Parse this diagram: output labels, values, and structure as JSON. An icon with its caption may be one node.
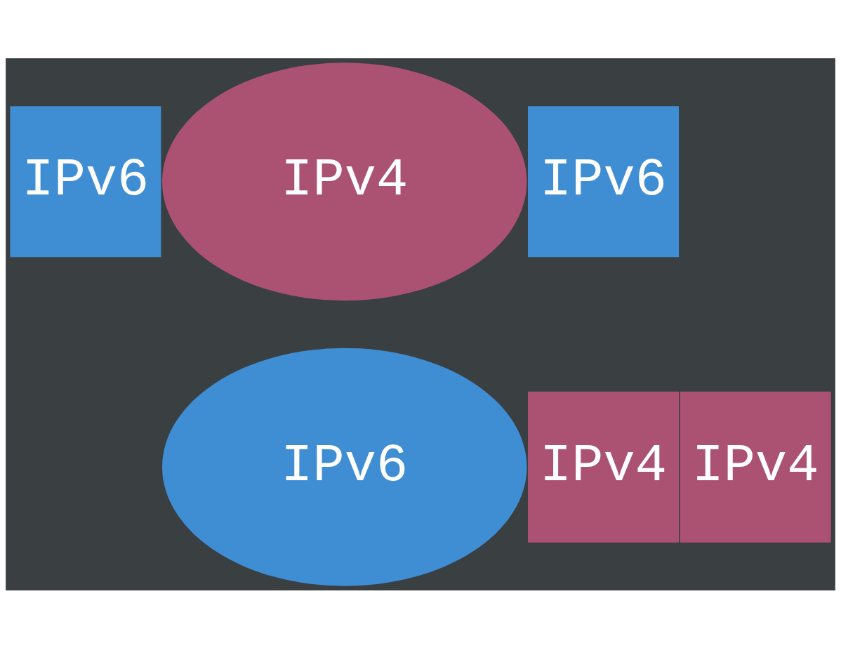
{
  "diagram": {
    "nodes": [
      {
        "text": [
          "IPv6"
        ]
      },
      {
        "text": [
          "IPv4"
        ]
      },
      {
        "text": [
          "IPv6"
        ]
      },
      {
        "text": [
          "IPv4"
        ]
      },
      {
        "text": [
          "IPv6"
        ]
      },
      {
        "text": [
          "IPv4"
        ]
      }
    ],
    "edges": []
  }
}
